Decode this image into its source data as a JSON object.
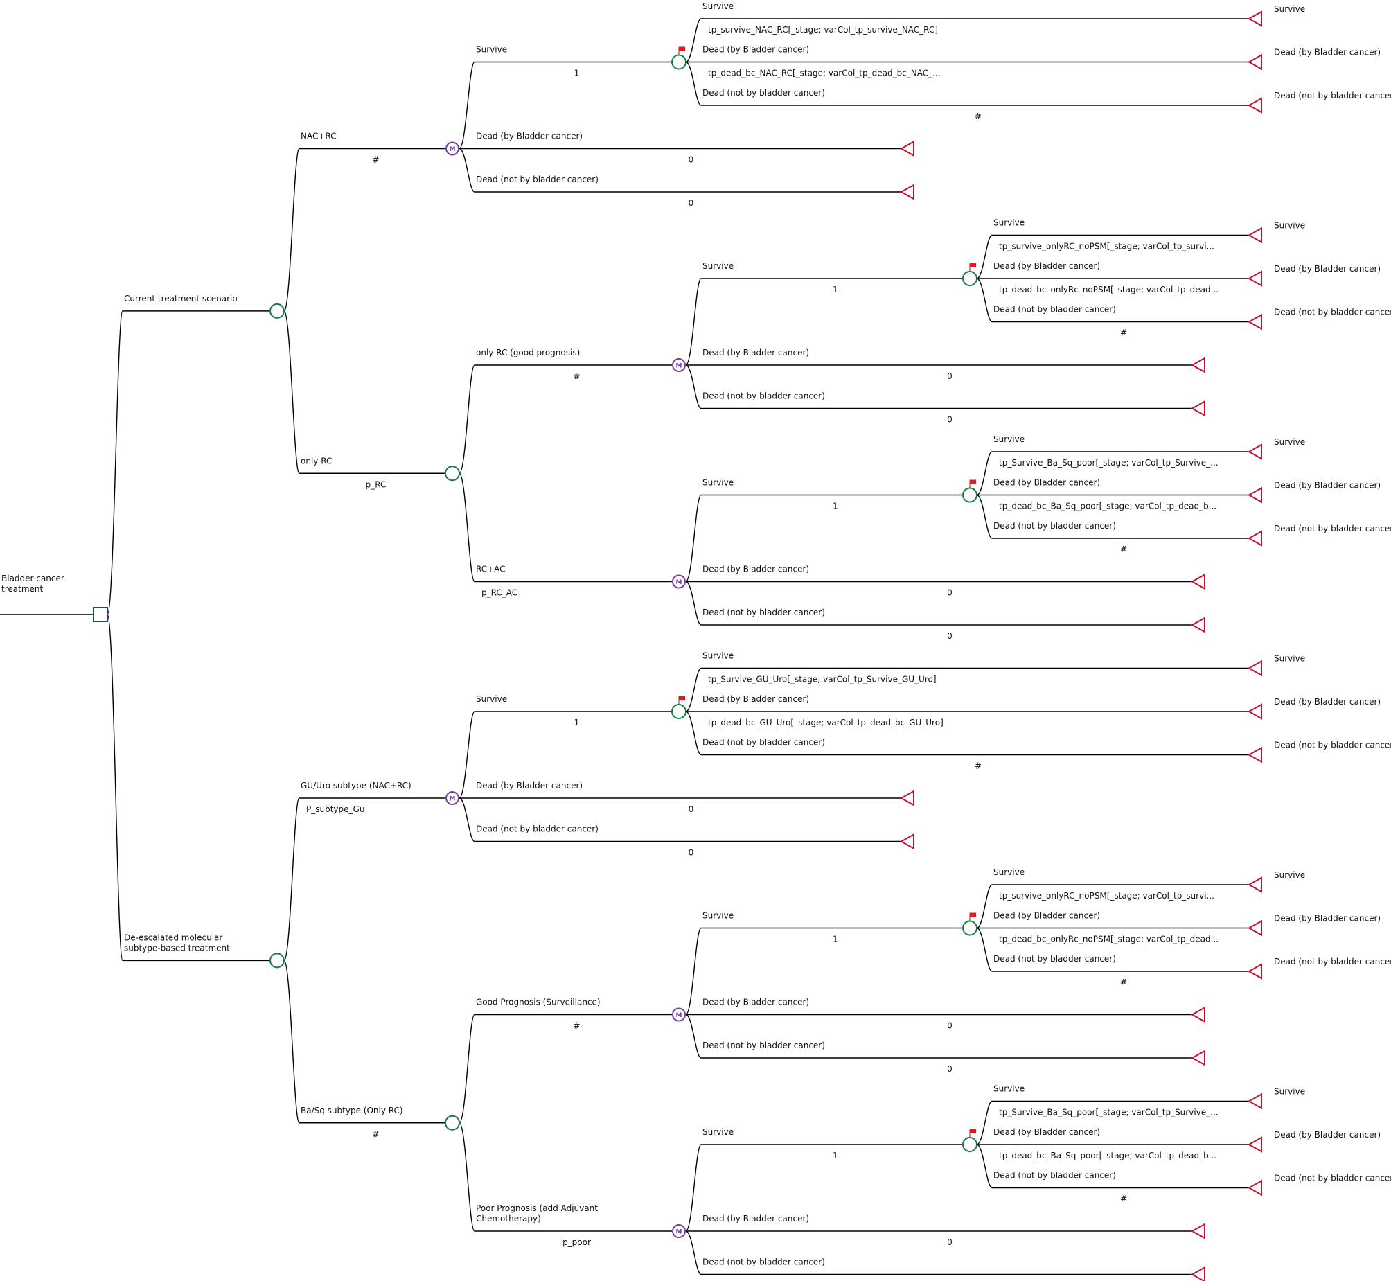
{
  "colors": {
    "chance": "#1a7a46",
    "markov": "#7b3f9e",
    "terminal": "#c8102e",
    "decision": "#1b3fa0",
    "flag": "#e01b1b"
  },
  "icons": {
    "decision": "decision-node-icon",
    "chance": "chance-node-icon",
    "markov": "markov-node-icon",
    "terminal": "terminal-node-icon",
    "flag": "red-flag-icon"
  },
  "tree": {
    "root_label": "Bladder cancer\ntreatment",
    "branches": [
      {
        "name": "Current treatment scenario",
        "prob": "",
        "node": "chance",
        "children": [
          {
            "name": "NAC+RC",
            "prob": "#",
            "node": "markov",
            "children": [
              {
                "name": "Survive",
                "prob": "1",
                "node": "chance",
                "flag": true,
                "children": [
                  {
                    "name": "Survive",
                    "prob": "tp_survive_NAC_RC[_stage; varCol_tp_survive_NAC_RC]",
                    "node": "terminal",
                    "terminal_label": "Survive"
                  },
                  {
                    "name": "Dead (by Bladder cancer)",
                    "prob": "tp_dead_bc_NAC_RC[_stage; varCol_tp_dead_bc_NAC_...",
                    "node": "terminal",
                    "terminal_label": "Dead (by Bladder cancer)"
                  },
                  {
                    "name": "Dead (not by bladder cancer)",
                    "prob": "#",
                    "node": "terminal",
                    "terminal_label": "Dead (not by bladder cancer)"
                  }
                ]
              },
              {
                "name": "Dead (by Bladder cancer)",
                "prob": "0",
                "node": "terminal"
              },
              {
                "name": "Dead (not by bladder cancer)",
                "prob": "0",
                "node": "terminal"
              }
            ]
          },
          {
            "name": "only RC",
            "prob": "p_RC",
            "node": "chance",
            "children": [
              {
                "name": "only RC (good prognosis)",
                "prob": "#",
                "node": "markov",
                "children": [
                  {
                    "name": "Survive",
                    "prob": "1",
                    "node": "chance",
                    "flag": true,
                    "children": [
                      {
                        "name": "Survive",
                        "prob": "tp_survive_onlyRC_noPSM[_stage; varCol_tp_survi...",
                        "node": "terminal",
                        "terminal_label": "Survive"
                      },
                      {
                        "name": "Dead (by Bladder cancer)",
                        "prob": "tp_dead_bc_onlyRc_noPSM[_stage; varCol_tp_dead...",
                        "node": "terminal",
                        "terminal_label": "Dead (by Bladder cancer)"
                      },
                      {
                        "name": "Dead (not by bladder cancer)",
                        "prob": "#",
                        "node": "terminal",
                        "terminal_label": "Dead (not by bladder cancer)"
                      }
                    ]
                  },
                  {
                    "name": "Dead (by Bladder cancer)",
                    "prob": "0",
                    "node": "terminal"
                  },
                  {
                    "name": "Dead (not by bladder cancer)",
                    "prob": "0",
                    "node": "terminal"
                  }
                ]
              },
              {
                "name": "RC+AC",
                "prob": "p_RC_AC",
                "node": "markov",
                "children": [
                  {
                    "name": "Survive",
                    "prob": "1",
                    "node": "chance",
                    "flag": true,
                    "children": [
                      {
                        "name": "Survive",
                        "prob": "tp_Survive_Ba_Sq_poor[_stage; varCol_tp_Survive_...",
                        "node": "terminal",
                        "terminal_label": "Survive"
                      },
                      {
                        "name": "Dead (by Bladder cancer)",
                        "prob": "tp_dead_bc_Ba_Sq_poor[_stage; varCol_tp_dead_b...",
                        "node": "terminal",
                        "terminal_label": "Dead (by Bladder cancer)"
                      },
                      {
                        "name": "Dead (not by bladder cancer)",
                        "prob": "#",
                        "node": "terminal",
                        "terminal_label": "Dead (not by bladder cancer)"
                      }
                    ]
                  },
                  {
                    "name": "Dead (by Bladder cancer)",
                    "prob": "0",
                    "node": "terminal"
                  },
                  {
                    "name": "Dead (not by bladder cancer)",
                    "prob": "0",
                    "node": "terminal"
                  }
                ]
              }
            ]
          }
        ]
      },
      {
        "name": "De-escalated molecular\nsubtype-based treatment",
        "prob": "",
        "node": "chance",
        "children": [
          {
            "name": "GU/Uro subtype (NAC+RC)",
            "prob": "P_subtype_Gu",
            "node": "markov",
            "children": [
              {
                "name": "Survive",
                "prob": "1",
                "node": "chance",
                "flag": true,
                "children": [
                  {
                    "name": "Survive",
                    "prob": "tp_Survive_GU_Uro[_stage; varCol_tp_Survive_GU_Uro]",
                    "node": "terminal",
                    "terminal_label": "Survive"
                  },
                  {
                    "name": "Dead (by Bladder cancer)",
                    "prob": "tp_dead_bc_GU_Uro[_stage; varCol_tp_dead_bc_GU_Uro]",
                    "node": "terminal",
                    "terminal_label": "Dead (by Bladder cancer)"
                  },
                  {
                    "name": "Dead (not by bladder cancer)",
                    "prob": "#",
                    "node": "terminal",
                    "terminal_label": "Dead (not by bladder cancer)"
                  }
                ]
              },
              {
                "name": "Dead (by Bladder cancer)",
                "prob": "0",
                "node": "terminal"
              },
              {
                "name": "Dead (not by bladder cancer)",
                "prob": "0",
                "node": "terminal"
              }
            ]
          },
          {
            "name": "Ba/Sq subtype (Only RC)",
            "prob": "#",
            "node": "chance",
            "children": [
              {
                "name": "Good Prognosis (Surveillance)",
                "prob": "#",
                "node": "markov",
                "children": [
                  {
                    "name": "Survive",
                    "prob": "1",
                    "node": "chance",
                    "flag": true,
                    "children": [
                      {
                        "name": "Survive",
                        "prob": "tp_survive_onlyRC_noPSM[_stage; varCol_tp_survi...",
                        "node": "terminal",
                        "terminal_label": "Survive"
                      },
                      {
                        "name": "Dead (by Bladder cancer)",
                        "prob": "tp_dead_bc_onlyRc_noPSM[_stage; varCol_tp_dead...",
                        "node": "terminal",
                        "terminal_label": "Dead (by Bladder cancer)"
                      },
                      {
                        "name": "Dead (not by bladder cancer)",
                        "prob": "#",
                        "node": "terminal",
                        "terminal_label": "Dead (not by bladder cancer)"
                      }
                    ]
                  },
                  {
                    "name": "Dead (by Bladder cancer)",
                    "prob": "0",
                    "node": "terminal"
                  },
                  {
                    "name": "Dead (not by bladder cancer)",
                    "prob": "0",
                    "node": "terminal"
                  }
                ]
              },
              {
                "name": "Poor Prognosis (add Adjuvant\nChemotherapy)",
                "prob": "p_poor",
                "node": "markov",
                "children": [
                  {
                    "name": "Survive",
                    "prob": "1",
                    "node": "chance",
                    "flag": true,
                    "children": [
                      {
                        "name": "Survive",
                        "prob": "tp_Survive_Ba_Sq_poor[_stage; varCol_tp_Survive_...",
                        "node": "terminal",
                        "terminal_label": "Survive"
                      },
                      {
                        "name": "Dead (by Bladder cancer)",
                        "prob": "tp_dead_bc_Ba_Sq_poor[_stage; varCol_tp_dead_b...",
                        "node": "terminal",
                        "terminal_label": "Dead (by Bladder cancer)"
                      },
                      {
                        "name": "Dead (not by bladder cancer)",
                        "prob": "#",
                        "node": "terminal",
                        "terminal_label": "Dead (not by bladder cancer)"
                      }
                    ]
                  },
                  {
                    "name": "Dead (by Bladder cancer)",
                    "prob": "0",
                    "node": "terminal"
                  },
                  {
                    "name": "Dead (not by bladder cancer)",
                    "prob": "0",
                    "node": "terminal"
                  }
                ]
              }
            ]
          }
        ]
      }
    ]
  }
}
